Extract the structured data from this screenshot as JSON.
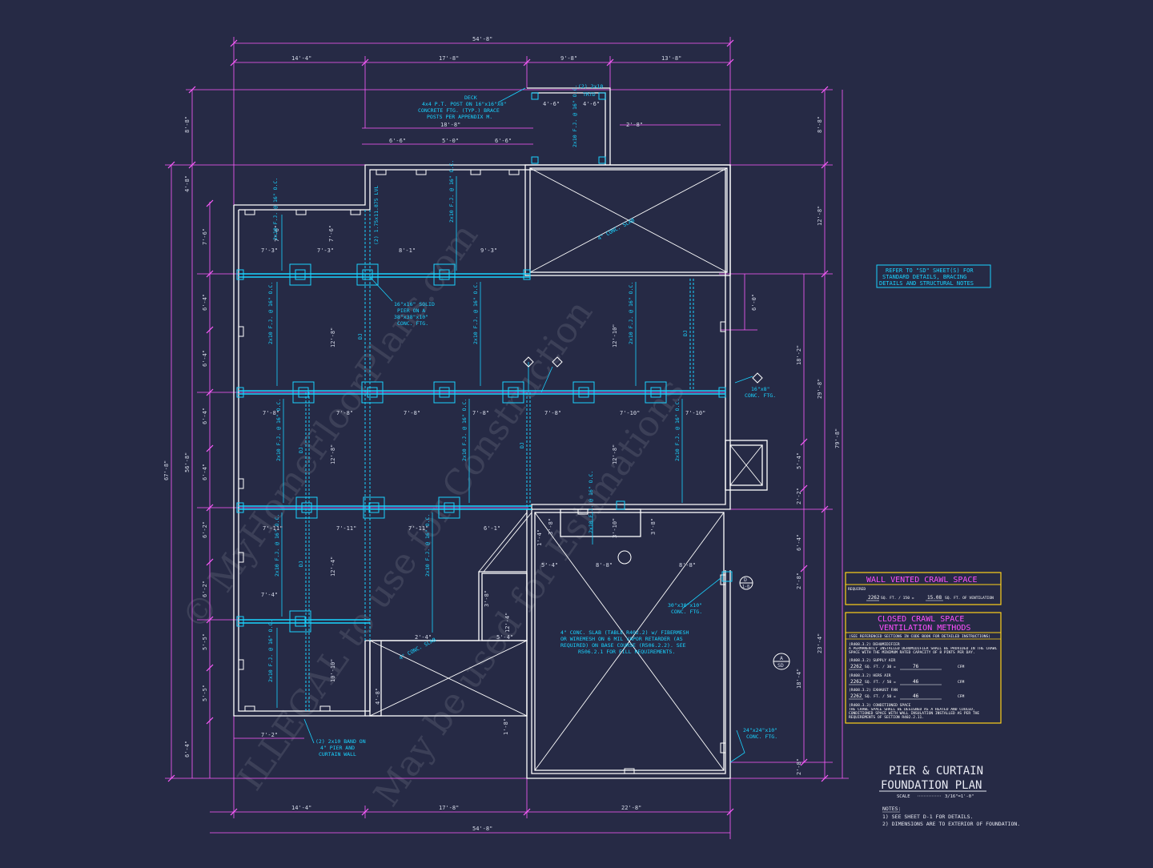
{
  "sheet": {
    "title_line1": "PIER & CURTAIN",
    "title_line2": "FOUNDATION PLAN",
    "scale_label": "SCALE",
    "scale_value": "3/16\"=1'-0\"",
    "notes_heading": "NOTES:",
    "notes": [
      "1) SEE SHEET D-1 FOR DETAILS.",
      "2) DIMENSIONS ARE TO EXTERIOR OF FOUNDATION."
    ],
    "refer_note": [
      "REFER TO \"SD\" SHEET(S) FOR",
      "STANDARD DETAILS, BRACING",
      "DETAILS AND STRUCTURAL NOTES"
    ]
  },
  "watermark": [
    "© MyHomeFloorPlans.com",
    "ILLEGAL to use for Construction",
    "May be used for Estimations"
  ],
  "vented_table": {
    "title": "WALL VENTED CRAWL SPACE",
    "required_label": "REQUIRED",
    "area": "2262",
    "unit_a": "SQ. FT. / 150 =",
    "result": "15.08",
    "unit_b": "SQ. FT. OF VENTILATION"
  },
  "closed_table": {
    "title_1": "CLOSED CRAWL SPACE",
    "title_2": "VENTILATION METHODS",
    "subtitle": "(SEE REFERENCED SECTIONS IN CODE BOOK FOR DETAILED INSTRUCTIONS)",
    "rows": [
      {
        "head": "(R408.3.2) DEHUMIDIFIER",
        "text": "A PERMANENTLY INSTALLED DEHUMIDIFIER SHALL BE PROVIDED IN THE CRAWL SPACE WITH THE MINIMUM RATED CAPACITY OF 8 PINTS PER DAY."
      },
      {
        "head": "(R408.3.2) SUPPLY AIR",
        "area": "2262",
        "op": "SQ. FT. / 30 =",
        "val": "76",
        "unit": "CFM"
      },
      {
        "head": "(R408.3.2) HERS AIR",
        "area": "2262",
        "op": "SQ. FT. / 50 =",
        "val": "46",
        "unit": "CFM"
      },
      {
        "head": "(R408.3.2) EXHAUST FAN",
        "area": "2262",
        "op": "SQ. FT. / 50 =",
        "val": "46",
        "unit": "CFM"
      },
      {
        "head": "(R408.3.3) CONDITIONED SPACE",
        "text": "THE CRAWL SPACE SHALL BE DESIGNED AS A HEATED AND COOLED, CONDITIONED SPACE WITH WALL INSULATION INSTALLED AS PER THE REQUIREMENTS OF SECTION R402.2.11."
      }
    ]
  },
  "dims_top": {
    "overall": "54'-8\"",
    "segments": [
      "14'-4\"",
      "17'-8\"",
      "9'-8\"",
      "13'-8\""
    ]
  },
  "dims_bottom": {
    "segments": [
      "14'-4\"",
      "17'-8\"",
      "22'-8\""
    ],
    "partial": "54'-8\""
  },
  "dims_left": {
    "overall": "67'-8\"",
    "inner": "56'-8\"",
    "top": "8'-8\"",
    "a": "4'-8\"",
    "b": "6'-4\"",
    "bottom": "6'-4\"",
    "rows": [
      "7'-6\"",
      "6'-4\"",
      "6'-4\"",
      "6'-4\"",
      "6'-4\"",
      "6'-4\"",
      "6'-2\"",
      "6'-2\"",
      "5'-5\"",
      "5'-5\""
    ]
  },
  "dims_right": {
    "overall": "79'-8\"",
    "top": "8'-8\"",
    "a": "12'-8\"",
    "b": "18'-2\"",
    "c": "29'-8\"",
    "d": "5'-4\"",
    "e": "2'-2\"",
    "f": "6'-4\"",
    "g": "2'-8\"",
    "h": "23'-4\"",
    "i": "18'-4\"",
    "j": "2'-8\"",
    "k": "6'-0\""
  },
  "callouts": {
    "deck": [
      "DECK",
      "4x4 P.T. POST ON 16\"x16\"x8\"",
      "CONCRETE FTG. (TYP.) BRACE",
      "POSTS PER APPENDIX M."
    ],
    "pier": [
      "16\"x16\" SOLID",
      "PIER ON A",
      "38\"x38\"x10\"",
      "CONC. FTG."
    ],
    "ftg16": [
      "16\"x8\"",
      "CONC. FTG."
    ],
    "ftg30": [
      "30\"x30\"x10\"",
      "CONC. FTG."
    ],
    "ftg24": [
      "24\"x24\"x10\"",
      "CONC. FTG."
    ],
    "band": [
      "(2) 2x10 BAND ON",
      "4\" PIER AND",
      "CURTAIN WALL"
    ],
    "slab": [
      "4\" CONC. SLAB (TABLE R402.2) w/ FIBERMESH",
      "OR WIREMESH ON 6 MIL VAPOR RETARDER (AS",
      "REQUIRED) ON BASE COURSE (R506.2.2). SEE",
      "R506.2.1 FOR FILL REQUIREMENTS."
    ],
    "deck_beam": [
      "(2) 2x10",
      "TRTD"
    ],
    "slab_tag": "4\" CONC. SLAB",
    "slab_tag2": "4\" CONC. SLAB",
    "joist": "2x10 F.J. @ 16\" O.C.",
    "dj": "DJ",
    "lvl": "(2) 1.75x11.875 LVL",
    "tag_a": "A",
    "tag_sd": "SD",
    "tag_d": "D",
    "tag_d_sub": "1-8"
  },
  "internal_dims": {
    "deck_top": "18'-8\"",
    "deck_segs": [
      "6'-6\"",
      "5'-0\"",
      "6'-6\""
    ],
    "deck_left": "4'-6\"",
    "deck_right": "4'-6\"",
    "deck_side": "2'-8\"",
    "row1": [
      "7'-3\"",
      "7'-3\"",
      "8'-1\"",
      "9'-3\""
    ],
    "row2": [
      "7'-8\"",
      "7'-8\"",
      "7'-8\"",
      "7'-8\"",
      "7'-8\"",
      "7'-10\"",
      "7'-10\""
    ],
    "row3": [
      "7'-11\"",
      "7'-11\"",
      "7'-11\"",
      "6'-1\""
    ],
    "row4": [
      "7'-4\"",
      "12'-4\""
    ],
    "lower": [
      "5'-4\"",
      "8'-8\"",
      "8'-8\"",
      "3'-8\"",
      "3'-10\"",
      "3'-8\"",
      "1'-4\""
    ],
    "left_room": "7'-2\"",
    "verticals": [
      "12'-8\"",
      "12'-10\"",
      "12'-8\"",
      "12'-8\"",
      "12'-4\"",
      "10'-10\"",
      "7'-6\"",
      "7'-6\""
    ],
    "misc": [
      "2'-4\"",
      "5'-4\"",
      "1'-8\"",
      "4'-8\"",
      "3'-8\"",
      "12'-4\""
    ]
  },
  "colors": {
    "background": "#262a45",
    "dimension": "#ff5cff",
    "structure": "#19d3ff",
    "wall": "#ffffff",
    "table_border": "#ffd21a"
  }
}
